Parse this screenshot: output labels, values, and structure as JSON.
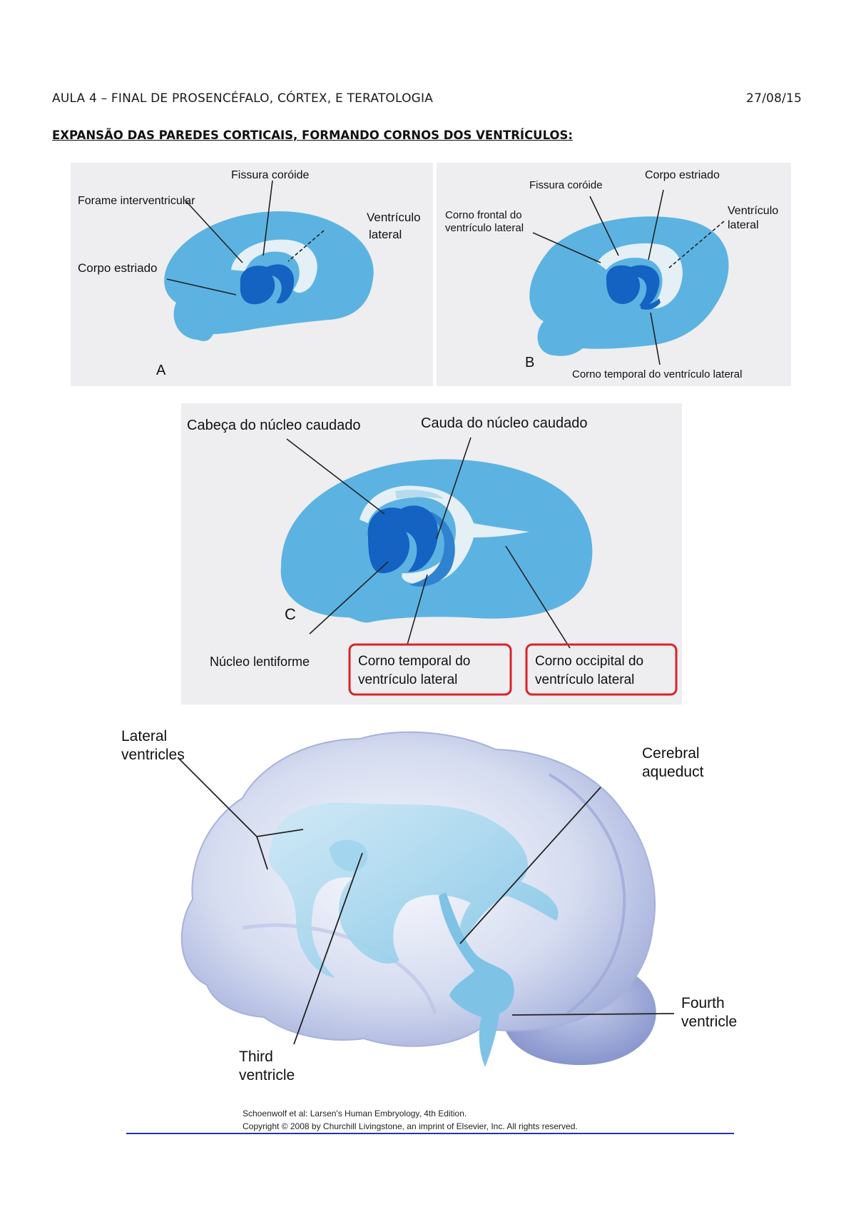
{
  "header": {
    "title": "AULA 4 – FINAL DE PROSENCÉFALO, CÓRTEX, E TERATOLOGIA",
    "date": "27/08/15"
  },
  "section_heading": "EXPANSÃO DAS PAREDES CORTICAIS, FORMANDO CORNOS DOS VENTRÍCULOS:",
  "figure_a": {
    "letter": "A",
    "labels": {
      "fissura": "Fissura coróide",
      "forame": "Forame interventricular",
      "ventriculo_1": "Ventrículo",
      "ventriculo_2": "lateral",
      "corpo_estriado": "Corpo estriado"
    }
  },
  "figure_b": {
    "letter": "B",
    "labels": {
      "fissura": "Fissura coróide",
      "corpo_estriado": "Corpo estriado",
      "corno_frontal_1": "Corno frontal do",
      "corno_frontal_2": "ventrículo lateral",
      "ventriculo_1": "Ventrículo",
      "ventriculo_2": "lateral",
      "corno_temporal": "Corno temporal do ventrículo lateral"
    }
  },
  "figure_c": {
    "letter": "C",
    "labels": {
      "cabeca": "Cabeça do núcleo caudado",
      "cauda": "Cauda do núcleo caudado",
      "lentiforme": "Núcleo lentiforme",
      "corno_temporal_1": "Corno temporal do",
      "corno_temporal_2": "ventrículo lateral",
      "corno_occipital_1": "Corno occipital do",
      "corno_occipital_2": "ventrículo lateral"
    }
  },
  "figure_d": {
    "labels": {
      "lateral_1": "Lateral",
      "lateral_2": "ventricles",
      "cerebral_1": "Cerebral",
      "cerebral_2": "aqueduct",
      "fourth_1": "Fourth",
      "fourth_2": "ventricle",
      "third_1": "Third",
      "third_2": "ventricle"
    },
    "credit_1": "Schoenwolf et al: Larsen's Human Embryology, 4th Edition.",
    "credit_2": "Copyright © 2008 by Churchill Livingstone, an imprint of Elsevier, Inc. All rights reserved."
  },
  "colors": {
    "brain": "#5cb3e2",
    "dark_nucleus": "#1463c2",
    "mid_nucleus": "#2f82d0",
    "ventricle": "#e4f0f5",
    "highlight_box": "#d8232a",
    "footer_rule": "#2436a6"
  }
}
